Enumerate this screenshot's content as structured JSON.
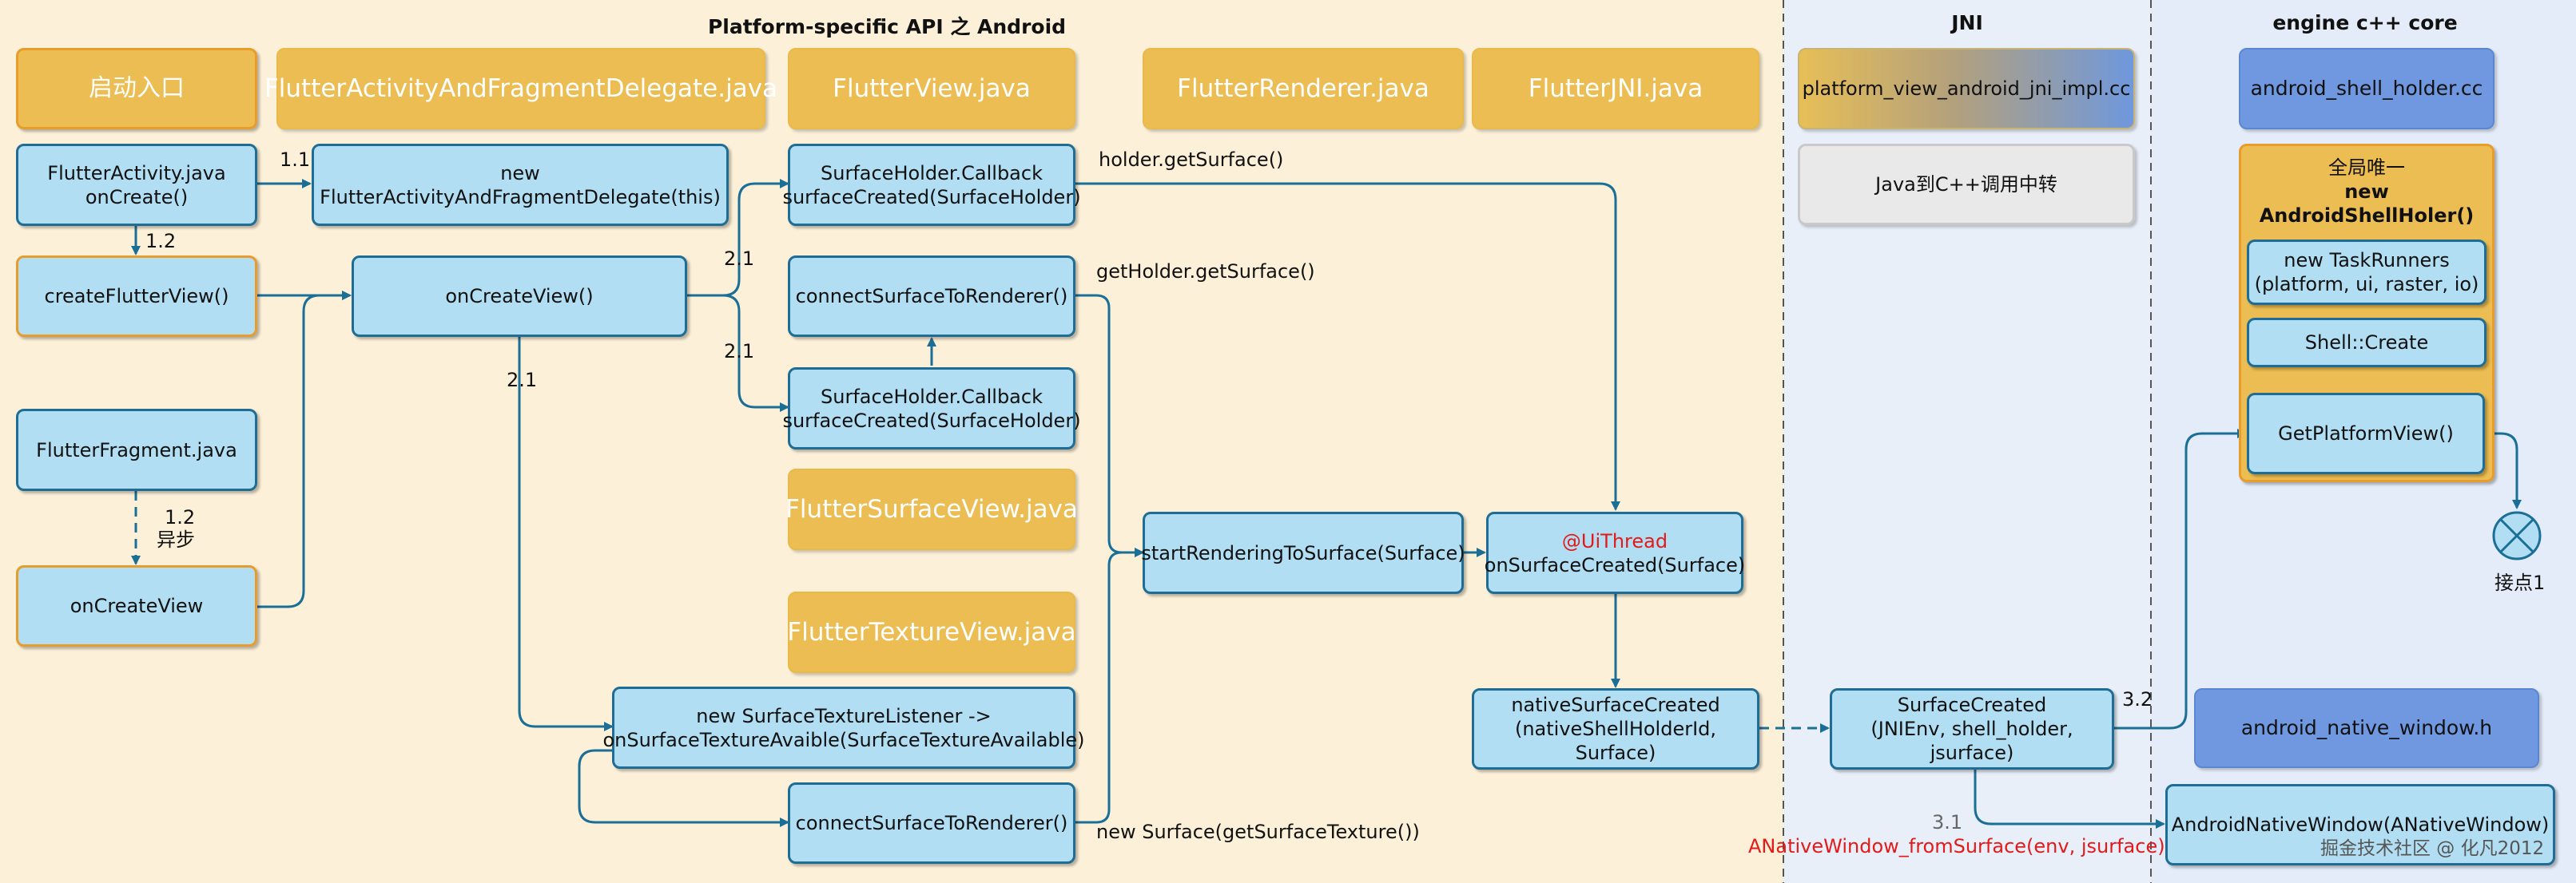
{
  "lanes": {
    "android": "Platform-specific API 之 Android",
    "jni": "JNI",
    "engine": "engine c++ core"
  },
  "headers": {
    "start": "启动入口",
    "delegate_java": "FlutterActivityAndFragmentDelegate.java",
    "view_java": "FlutterView.java",
    "renderer_java": "FlutterRenderer.java",
    "jni_java": "FlutterJNI.java",
    "surface_view_java": "FlutterSurfaceView.java",
    "texture_view_java": "FlutterTextureView.java",
    "jni_impl_cc": "platform_view_android_jni_impl.cc",
    "jni_desc": "Java到C++调用中转",
    "shell_holder_cc": "android_shell_holder.cc",
    "native_window_h": "android_native_window.h"
  },
  "boxes": {
    "flutter_activity": [
      "FlutterActivity.java",
      "onCreate()"
    ],
    "new_delegate": [
      "new",
      "FlutterActivityAndFragmentDelegate(this)"
    ],
    "create_flutter_view": [
      "createFlutterView()"
    ],
    "on_create_view_main": [
      "onCreateView()"
    ],
    "flutter_fragment": [
      "FlutterFragment.java"
    ],
    "on_create_view_frag": [
      "onCreateView"
    ],
    "surface_callback_1": [
      "SurfaceHolder.Callback",
      "surfaceCreated(SurfaceHolder)"
    ],
    "connect_1": [
      "connectSurfaceToRenderer()"
    ],
    "surface_callback_2": [
      "SurfaceHolder.Callback",
      "surfaceCreated(SurfaceHolder)"
    ],
    "start_rendering": [
      "startRenderingToSurface(Surface)"
    ],
    "on_surface_created": [
      "@UiThread",
      "onSurfaceCreated(Surface)"
    ],
    "texture_listener": [
      "new SurfaceTextureListener  ->",
      "onSurfaceTextureAvaible(SurfaceTextureAvailable)"
    ],
    "connect_2": [
      "connectSurfaceToRenderer()"
    ],
    "native_surface_created": [
      "nativeSurfaceCreated",
      "(nativeShellHolderId, Surface)"
    ],
    "jni_surface_created": [
      "SurfaceCreated",
      "(JNIEnv, shell_holder, jsurface)"
    ],
    "global_unique": [
      "全局唯一",
      "new AndroidShellHoler()"
    ],
    "task_runners": [
      "new TaskRunners",
      "(platform, ui, raster, io)"
    ],
    "shell_create": [
      "Shell::Create"
    ],
    "get_platform_view": [
      "GetPlatformView()"
    ],
    "android_native_window": [
      "AndroidNativeWindow(ANativeWindow)"
    ]
  },
  "labels": {
    "step_1_1": "1.1",
    "step_1_2a": "1.2",
    "step_1_2b": "1.2",
    "async": "异步",
    "step_2_1a": "2.1",
    "step_2_1b": "2.1",
    "step_2_1c": "2.1",
    "holder_get_surface": "holder.getSurface()",
    "get_holder_get_surface": "getHolder.getSurface()",
    "new_surface": "new Surface(getSurfaceTexture())",
    "step_3_1": "3.1",
    "step_3_2": "3.2",
    "anative_from_surface": "ANativeWindow_fromSurface(env, jsurface)",
    "junction": "接点1",
    "watermark": "掘金技术社区 @ 化凡2012"
  },
  "colors": {
    "android_lane": "#fcf0d8",
    "jni_lane": "#e8eff8",
    "engine_lane": "#e3ecf8",
    "box_fill": "#b1def2",
    "box_stroke": "#1f6d94",
    "gold": "#ebbd52",
    "orange_stroke": "#e89c2c",
    "royal": "#6f98e0",
    "connector": "#1b6f97",
    "red_text": "#e31a1a"
  }
}
